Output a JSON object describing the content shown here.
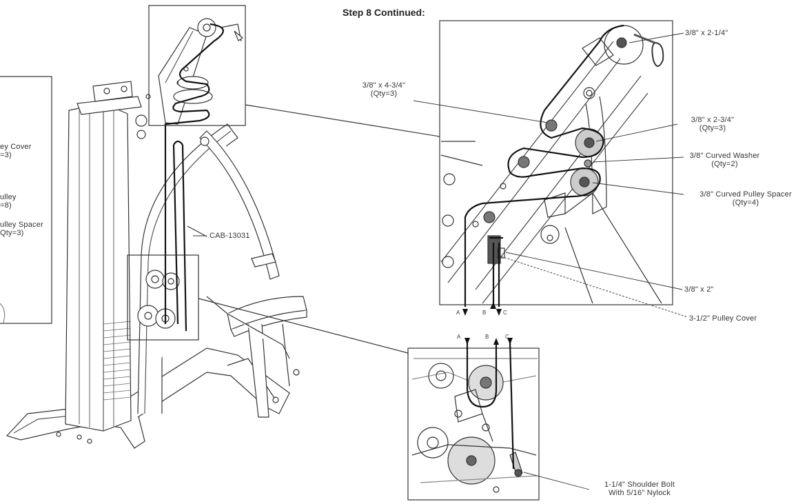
{
  "title": "Step 8 Continued:",
  "cable_label": "CAB-13031",
  "left_panel_labels": [
    {
      "line1": "ey Cover",
      "line2": "=3)"
    },
    {
      "line1": "ulley",
      "line2": "=8)"
    },
    {
      "line1": "ulley Spacer",
      "line2": "Qty=3)"
    }
  ],
  "callouts": {
    "bolt_2_1_4": "3/8\" x 2-1/4\"",
    "bolt_4_3_4": {
      "line1": "3/8\" x 4-3/4\"",
      "line2": "(Qty=3)"
    },
    "bolt_2_3_4": {
      "line1": "3/8\" x 2-3/4\"",
      "line2": "(Qty=3)"
    },
    "curved_washer": {
      "line1": "3/8\" Curved Washer",
      "line2": "(Qty=2)"
    },
    "pulley_spacer": {
      "line1": "3/8\" Curved Pulley Spacer",
      "line2": "(Qty=4)"
    },
    "bolt_2": "3/8\" x 2\"",
    "pulley_cover": "3-1/2\" Pulley Cover",
    "shoulder_bolt": {
      "line1": "1-1/4\" Shoulder Bolt",
      "line2": "With 5/16\" Nylock"
    }
  },
  "cable_ends": {
    "a": "A",
    "b": "B",
    "c": "C"
  }
}
